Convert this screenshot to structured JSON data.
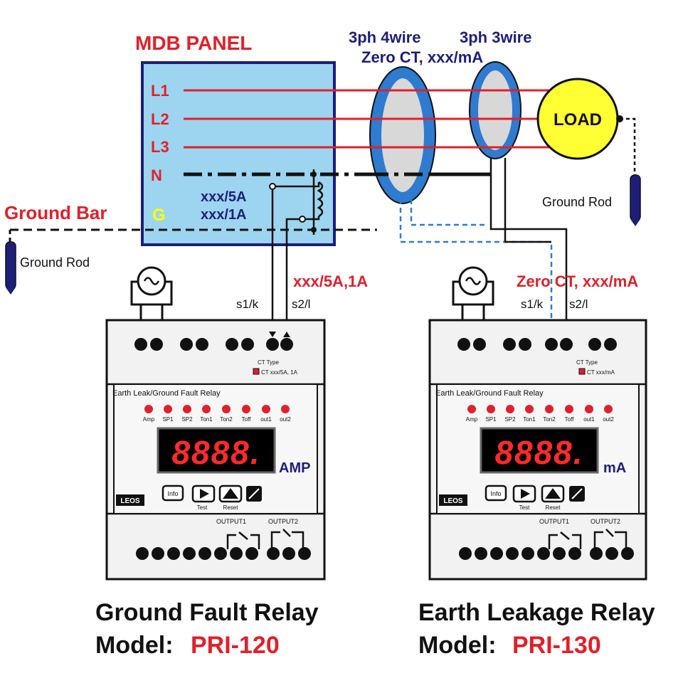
{
  "colors": {
    "red": "#e0202a",
    "navy": "#1e1e7a",
    "panel_fill": "#9dd5f0",
    "ct_blue": "#2e7bd0",
    "ct_inner": "#d8d8d8",
    "load_fill": "#ffff33",
    "led_red": "#e0202a",
    "display_bg": "#000000",
    "device_fill": "#f2f2f2"
  },
  "panel": {
    "title": "MDB PANEL",
    "lines": [
      "L1",
      "L2",
      "L3",
      "N",
      "G"
    ],
    "ct_label_1": "xxx/5A",
    "ct_label_2": "xxx/1A"
  },
  "ct_labels": {
    "four_wire": "3ph 4wire",
    "three_wire": "3ph 3wire",
    "zero_ct": "Zero CT, xxx/mA"
  },
  "load": {
    "label": "LOAD"
  },
  "ground": {
    "bar_label": "Ground Bar",
    "rod_label": "Ground Rod"
  },
  "relay_120": {
    "ct_wiring_label": "xxx/5A,1A",
    "terminal_s1": "s1/k",
    "terminal_s2": "s2/l",
    "ct_type_label": "CT Type",
    "ct_type_value": "CT xxx/5A, 1A",
    "device_title": "Earth Leak/Ground Fault Relay",
    "leds": [
      "Amp",
      "SP1",
      "SP2",
      "Ton1",
      "Ton2",
      "Toff",
      "out1",
      "out2"
    ],
    "display": "8888.",
    "unit": "AMP",
    "buttons": [
      "Info",
      "",
      "",
      ""
    ],
    "button_captions": [
      "Test",
      "Reset"
    ],
    "logo": "LEOS",
    "output1": "OUTPUT1",
    "output2": "OUTPUT2",
    "name": "Ground Fault Relay",
    "model_label": "Model:",
    "model": "PRI-120"
  },
  "relay_130": {
    "ct_wiring_label": "Zero CT, xxx/mA",
    "terminal_s1": "s1/k",
    "terminal_s2": "s2/l",
    "ct_type_label": "CT Type",
    "ct_type_value": "CT xxx/mA",
    "device_title": "Earth Leak/Ground Fault Relay",
    "leds": [
      "Amp",
      "SP1",
      "SP2",
      "Ton1",
      "Ton2",
      "Toff",
      "out1",
      "out2"
    ],
    "display": "8888.",
    "unit": "mA",
    "buttons": [
      "Info",
      "",
      "",
      ""
    ],
    "button_captions": [
      "Test",
      "Reset"
    ],
    "logo": "LEOS",
    "output1": "OUTPUT1",
    "output2": "OUTPUT2",
    "name": "Earth Leakage Relay",
    "model_label": "Model:",
    "model": "PRI-130"
  }
}
